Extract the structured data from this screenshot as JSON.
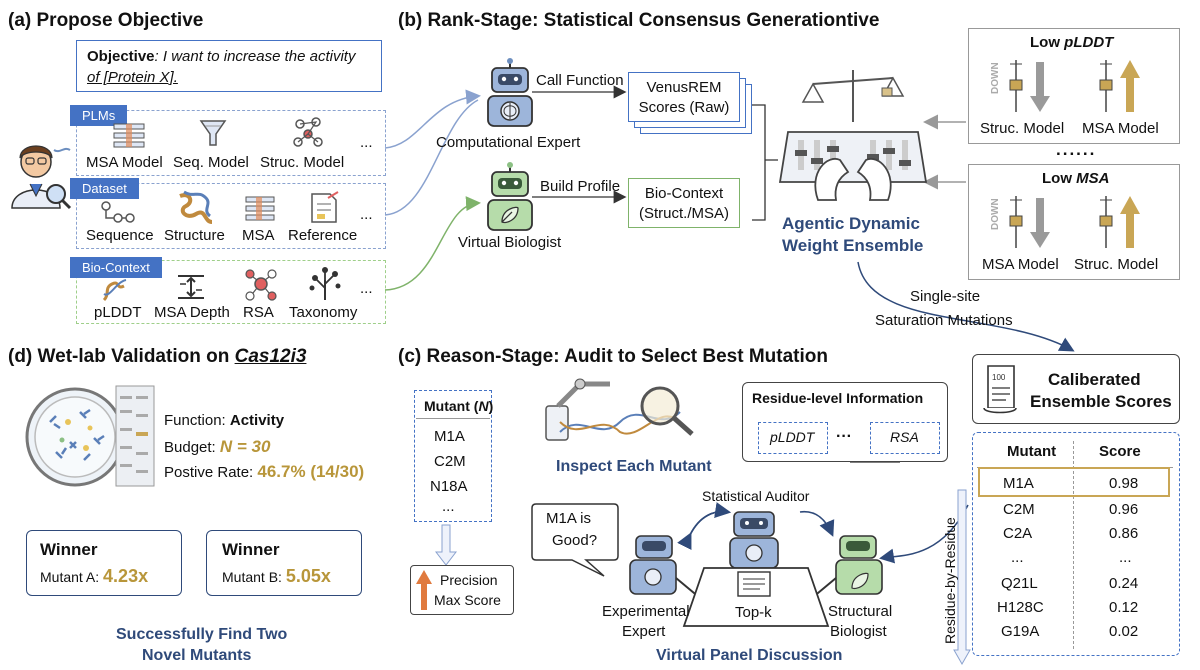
{
  "panel_a": {
    "title": "(a) Propose Objective",
    "objective_label": "Objective",
    "objective_text_1": ": I want to increase the activity",
    "objective_text_2": "of [Protein X].",
    "plms_tag": "PLMs",
    "plms_items": [
      "MSA Model",
      "Seq. Model",
      "Struc. Model"
    ],
    "dataset_tag": "Dataset",
    "dataset_items": [
      "Sequence",
      "Structure",
      "MSA",
      "Reference"
    ],
    "biocontext_tag": "Bio-Context",
    "biocontext_items": [
      "pLDDT",
      "MSA Depth",
      "RSA",
      "Taxonomy"
    ],
    "ellipsis": "..."
  },
  "panel_b": {
    "title": "(b) Rank-Stage: Statistical Consensus Generationtive",
    "computational_expert": "Computational Expert",
    "call_function": "Call Function",
    "venusrem_1": "VenusREM",
    "venusrem_2": "Scores (Raw)",
    "virtual_biologist": "Virtual Biologist",
    "build_profile": "Build Profile",
    "biocontext_1": "Bio-Context",
    "biocontext_2": "(Struct./MSA)",
    "ensemble_1": "Agentic Dynamic",
    "ensemble_2": "Weight Ensemble",
    "low_plddt_prefix": "Low ",
    "low_plddt_em": "pLDDT",
    "low_msa_prefix": "Low ",
    "low_msa_em": "MSA",
    "down_label": "DOWN",
    "panel1_left": "Struc. Model",
    "panel1_right": "MSA Model",
    "panel2_left": "MSA Model",
    "panel2_right": "Struc. Model",
    "dots": "......",
    "single_site": "Single-site",
    "saturation": "Saturation Mutations",
    "scores_1": "Caliberated",
    "scores_2": "Ensemble Scores",
    "scroll_icon_text": "100"
  },
  "panel_c": {
    "title": "(c) Reason-Stage: Audit to Select Best Mutation",
    "mutant_header_prefix": "Mutant (",
    "mutant_header_n": "N",
    "mutant_header_suffix": ")",
    "mutants": [
      "M1A",
      "C2M",
      "N18A",
      "..."
    ],
    "precision_1": "Precision",
    "precision_2": "Max Score",
    "inspect": "Inspect Each Mutant",
    "residue_info": "Residue-level Information",
    "plddt": "pLDDT",
    "rsa": "RSA",
    "ellipsis": "···",
    "speech_1": "M1A is",
    "speech_2": "Good?",
    "statistical_auditor": "Statistical Auditor",
    "experimental_expert_1": "Experimental",
    "experimental_expert_2": "Expert",
    "topk": "Top-k",
    "structural_biologist_1": "Structural",
    "structural_biologist_2": "Biologist",
    "panel_discussion": "Virtual Panel Discussion",
    "residue_by_residue": "Residue-by-Residue",
    "table_headers": [
      "Mutant",
      "Score"
    ],
    "table_rows": [
      [
        "M1A",
        "0.98"
      ],
      [
        "C2M",
        "0.96"
      ],
      [
        "C2A",
        "0.86"
      ],
      [
        "...",
        "..."
      ],
      [
        "Q21L",
        "0.24"
      ],
      [
        "H128C",
        "0.12"
      ],
      [
        "G19A",
        "0.02"
      ]
    ]
  },
  "panel_d": {
    "title_prefix": "(d) Wet-lab Validation on ",
    "title_em": "Cas12i3",
    "function_label": "Function: ",
    "function_value": "Activity",
    "budget_label": "Budget: ",
    "budget_value": "N = 30",
    "rate_label": "Postive Rate: ",
    "rate_value": "46.7% (14/30)",
    "winner_label": "Winner",
    "winner_a_label": "Mutant A: ",
    "winner_a_value": "4.23x",
    "winner_b_label": "Mutant B: ",
    "winner_b_value": "5.05x",
    "summary_1": "Successfully Find Two",
    "summary_2": "Novel Mutants"
  },
  "colors": {
    "accent_blue": "#4472c4",
    "navy": "#2f4a7a",
    "gold": "#b8963a",
    "green_robot": "#8cc084",
    "blue_robot": "#6c8ebf"
  }
}
